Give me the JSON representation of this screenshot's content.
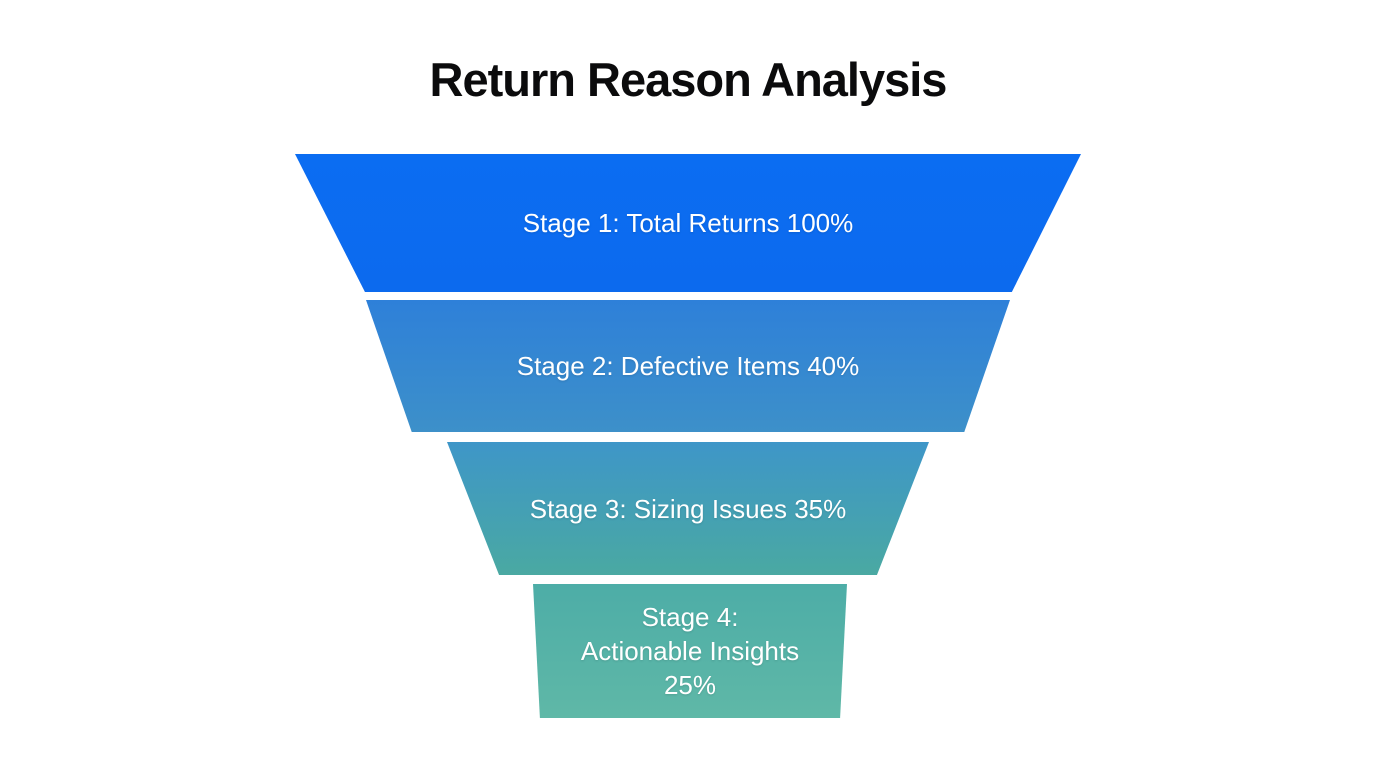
{
  "title": "Return Reason Analysis",
  "funnel": {
    "stages": [
      {
        "name": "Total Returns",
        "stage_number": 1,
        "value_pct": 100,
        "lines": [
          "Stage 1: Total Returns 100%"
        ],
        "color_top": "#0b6df2",
        "color_bottom": "#0c6aee"
      },
      {
        "name": "Defective Items",
        "stage_number": 2,
        "value_pct": 40,
        "lines": [
          "Stage 2: Defective Items 40%"
        ],
        "color_top": "#2e80d9",
        "color_bottom": "#3d90c9"
      },
      {
        "name": "Sizing Issues",
        "stage_number": 3,
        "value_pct": 35,
        "lines": [
          "Stage 3: Sizing Issues 35%"
        ],
        "color_top": "#3e96c8",
        "color_bottom": "#4aa9a2"
      },
      {
        "name": "Actionable Insights",
        "stage_number": 4,
        "value_pct": 25,
        "lines": [
          "Stage 4:",
          "Actionable Insights",
          "25%"
        ],
        "color_top": "#4dada7",
        "color_bottom": "#5fb8a7"
      }
    ]
  },
  "chart_data": {
    "type": "funnel",
    "title": "Return Reason Analysis",
    "categories": [
      "Total Returns",
      "Defective Items",
      "Sizing Issues",
      "Actionable Insights"
    ],
    "values": [
      100,
      40,
      35,
      25
    ],
    "unit": "%",
    "labels": [
      "Stage 1: Total Returns 100%",
      "Stage 2: Defective Items 40%",
      "Stage 3: Sizing Issues 35%",
      "Stage 4: Actionable Insights 25%"
    ],
    "orientation": "top-wide-to-bottom-narrow",
    "legend": false,
    "grid": false
  }
}
